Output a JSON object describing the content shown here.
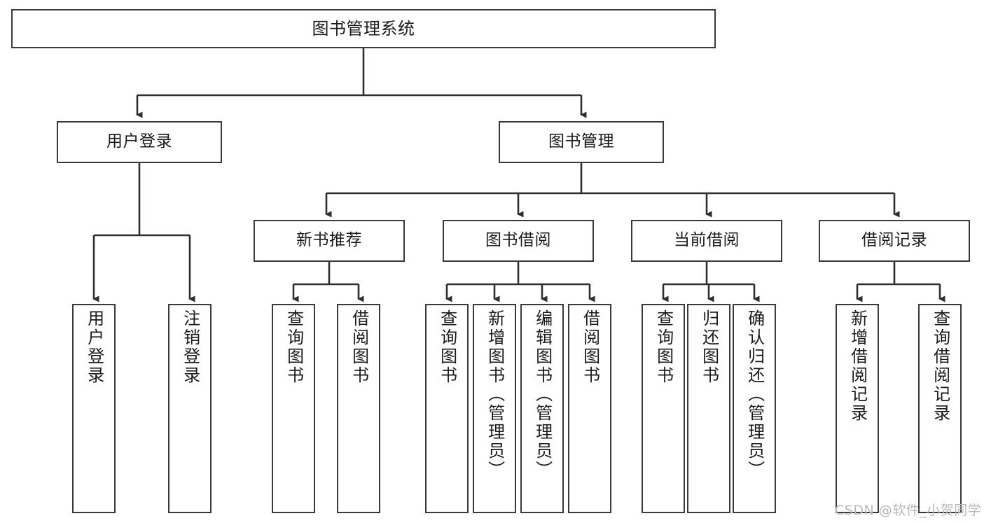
{
  "diagram": {
    "title": "图书管理系统",
    "type": "tree-hierarchy",
    "colors": {
      "box_border": "#3a3a3a",
      "box_fill": "#ffffff",
      "connector": "#2f2f2f",
      "text": "#1b1b1b",
      "watermark": "#b9b9b9"
    },
    "root": {
      "label": "图书管理系统"
    },
    "level2": [
      {
        "label": "用户登录"
      },
      {
        "label": "图书管理"
      }
    ],
    "level3": [
      {
        "label": "新书推荐"
      },
      {
        "label": "图书借阅"
      },
      {
        "label": "当前借阅"
      },
      {
        "label": "借阅记录"
      }
    ],
    "leaves": {
      "user_login": [
        {
          "label": "用户登录"
        },
        {
          "label": "注销登录"
        }
      ],
      "new_book_recommend": [
        {
          "label": "查询图书"
        },
        {
          "label": "借阅图书"
        }
      ],
      "book_borrow": [
        {
          "label": "查询图书"
        },
        {
          "label": "新增图书（管理员）"
        },
        {
          "label": "编辑图书（管理员）"
        },
        {
          "label": "借阅图书"
        }
      ],
      "current_borrow": [
        {
          "label": "查询图书"
        },
        {
          "label": "归还图书"
        },
        {
          "label": "确认归还（管理员）"
        }
      ],
      "borrow_records": [
        {
          "label": "新增借阅记录"
        },
        {
          "label": "查询借阅记录"
        }
      ]
    }
  },
  "watermark": {
    "text": "CSDN @软件_小贺同学"
  }
}
